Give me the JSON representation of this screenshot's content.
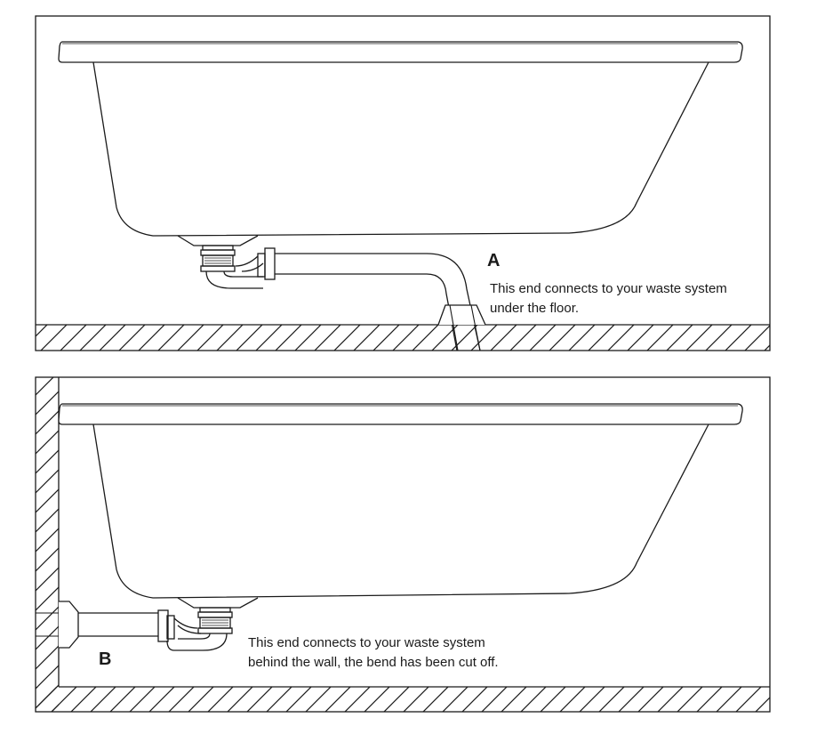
{
  "panels": [
    {
      "id": "floor",
      "label": "A",
      "caption_line1": "This end connects to your waste system",
      "caption_line2": "under the floor."
    },
    {
      "id": "wall",
      "label": "B",
      "caption_line1": "This end connects to your waste system",
      "caption_line2": "behind the wall, the bend has been cut off."
    }
  ],
  "colors": {
    "line": "#1a1a1a",
    "background": "#ffffff"
  }
}
